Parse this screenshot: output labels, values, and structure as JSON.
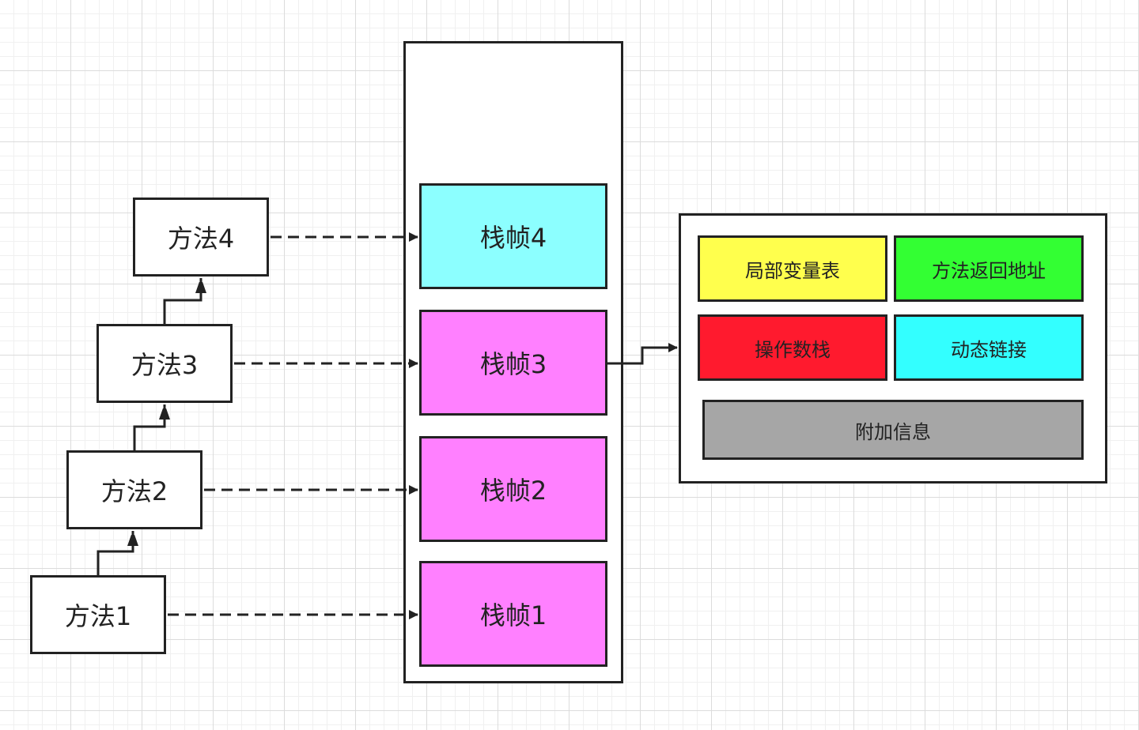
{
  "methods": [
    "方法1",
    "方法2",
    "方法3",
    "方法4"
  ],
  "frames": [
    "栈帧1",
    "栈帧2",
    "栈帧3",
    "栈帧4"
  ],
  "frame_detail": {
    "local_vars": "局部变量表",
    "return_addr": "方法返回地址",
    "operand_stack": "操作数栈",
    "dynamic_link": "动态链接",
    "extra_info": "附加信息"
  },
  "colors": {
    "frame_current": "#8cffff",
    "frame_other": "#ff80ff",
    "local_vars": "#ffff4d",
    "return_addr": "#33ff33",
    "operand_stack": "#ff1a2e",
    "dynamic_link": "#33ffff",
    "extra_info": "#a6a6a6"
  }
}
